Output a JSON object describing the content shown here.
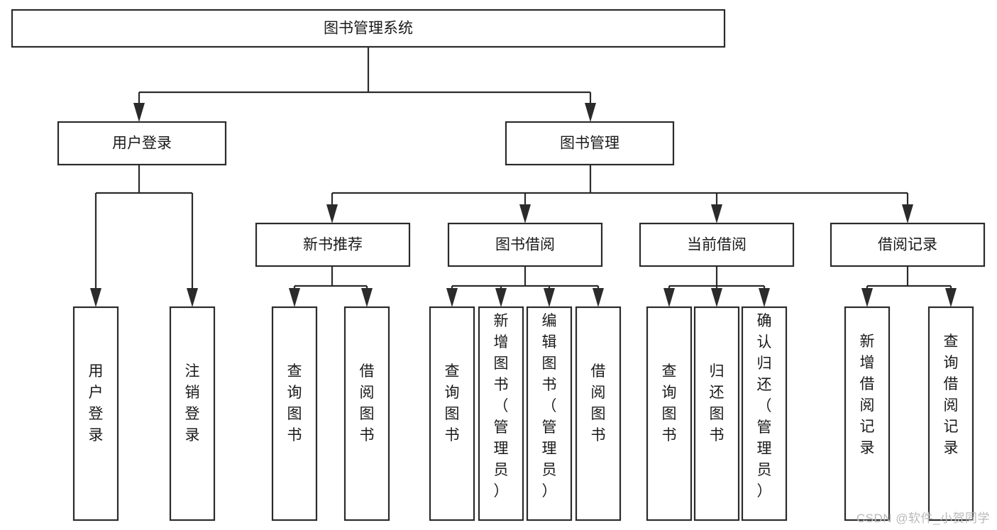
{
  "diagram": {
    "type": "tree-hierarchy",
    "title": "图书管理系统",
    "watermark": "CSDN @软件_小贺同学",
    "colors": {
      "box_fill": "#ffffff",
      "box_stroke": "#2b2b2b",
      "connector": "#2b2b2b",
      "text": "#1a1a1a",
      "watermark": "#b9b9b9",
      "background": "#ffffff"
    },
    "levels": {
      "root": {
        "label": "图书管理系统"
      },
      "level2": [
        {
          "label": "用户登录"
        },
        {
          "label": "图书管理"
        }
      ],
      "level3": [
        {
          "label": "新书推荐"
        },
        {
          "label": "图书借阅"
        },
        {
          "label": "当前借阅"
        },
        {
          "label": "借阅记录"
        }
      ],
      "leaves": [
        {
          "label": "用户登录",
          "parent": "用户登录"
        },
        {
          "label": "注销登录",
          "parent": "用户登录"
        },
        {
          "label": "查询图书",
          "parent": "新书推荐"
        },
        {
          "label": "借阅图书",
          "parent": "新书推荐"
        },
        {
          "label": "查询图书",
          "parent": "图书借阅"
        },
        {
          "label": "新增图书（管理员）",
          "parent": "图书借阅"
        },
        {
          "label": "编辑图书（管理员）",
          "parent": "图书借阅"
        },
        {
          "label": "借阅图书",
          "parent": "图书借阅"
        },
        {
          "label": "查询图书",
          "parent": "当前借阅"
        },
        {
          "label": "归还图书",
          "parent": "当前借阅"
        },
        {
          "label": "确认归还（管理员）",
          "parent": "当前借阅"
        },
        {
          "label": "新增借阅记录",
          "parent": "借阅记录"
        },
        {
          "label": "查询借阅记录",
          "parent": "借阅记录"
        }
      ]
    }
  }
}
